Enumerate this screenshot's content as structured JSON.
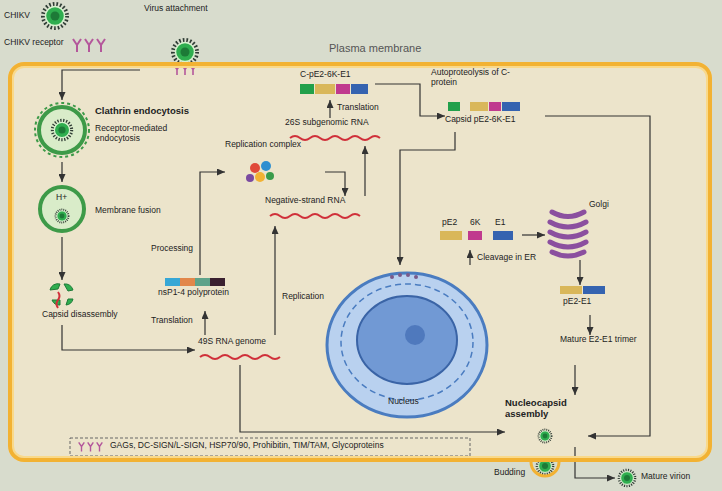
{
  "diagram": {
    "nodes": [
      {
        "text": [
          "Virus attachment"
        ]
      },
      {
        "text": [
          "Plasma membrane"
        ]
      },
      {
        "text": [
          "Clathrin endocytosis",
          "Receptor-mediated endocytosis"
        ],
        "in": 1
      },
      {
        "text": [
          "H+",
          "Membrane fusion"
        ],
        "in": 1
      },
      {
        "text": [
          "Capsid disassembly"
        ],
        "in": 1
      },
      {
        "text": [
          "49S RNA genome"
        ],
        "in": 1
      },
      {
        "text": [
          "nsP1-4 polyprotein"
        ],
        "in": 1
      },
      {
        "text": [
          "Replication complex"
        ],
        "in": 1
      },
      {
        "text": [
          "Negative-strand RNA"
        ],
        "in": 1
      },
      {
        "text": [
          "26S subgenomic RNA"
        ],
        "in": 1
      },
      {
        "text": [
          "C-pE2-6K-E1"
        ],
        "in": 1
      },
      {
        "text": [
          "Capsid pE2-6K-E1"
        ],
        "in": 1
      },
      {
        "text": [
          "pE2",
          "6K",
          "E1"
        ],
        "in": 1
      },
      {
        "text": [
          "Golgi"
        ],
        "in": 1
      },
      {
        "text": [
          "pE2-E1"
        ],
        "in": 1
      },
      {
        "text": [
          "Mature E2-E1 trimer"
        ],
        "in": 1
      },
      {
        "text": [
          "Nucleus"
        ],
        "in": 1
      },
      {
        "text": [
          "Nucleocapsid assembly"
        ],
        "in": 1
      },
      {
        "text": [
          "Mature virion"
        ]
      }
    ],
    "edges": [
      {
        "from": 0,
        "to": 2,
        "arrow": "to"
      },
      {
        "from": 2,
        "to": 3,
        "arrow": "to"
      },
      {
        "from": 3,
        "to": 4,
        "arrow": "to"
      },
      {
        "from": 4,
        "to": 5,
        "arrow": "to"
      },
      {
        "from": 5,
        "to": 6,
        "label": "Translation",
        "arrow": "to"
      },
      {
        "from": 6,
        "to": 7,
        "label": "Processing",
        "arrow": "to"
      },
      {
        "from": 5,
        "to": 8,
        "label": "Replication",
        "arrow": "to"
      },
      {
        "from": 7,
        "to": 8,
        "arrow": "to"
      },
      {
        "from": 8,
        "to": 9,
        "arrow": "to"
      },
      {
        "from": 9,
        "to": 10,
        "label": "Translation",
        "arrow": "to"
      },
      {
        "from": 10,
        "to": 11,
        "label": "Autoproteolysis of C-protein",
        "arrow": "to"
      },
      {
        "from": 11,
        "to": 16,
        "arrow": "to"
      },
      {
        "from": 16,
        "to": 12,
        "label": "Cleavage in ER",
        "arrow": "to"
      },
      {
        "from": 12,
        "to": 13,
        "arrow": "to"
      },
      {
        "from": 13,
        "to": 14,
        "arrow": "to"
      },
      {
        "from": 14,
        "to": 15,
        "arrow": "to"
      },
      {
        "from": 15,
        "to": 17,
        "arrow": "to"
      },
      {
        "from": 11,
        "to": 17,
        "arrow": "to"
      },
      {
        "from": 5,
        "to": 17,
        "arrow": "to"
      },
      {
        "from": 17,
        "to": 18,
        "arrow": "to"
      }
    ],
    "labels": [
      "CHIKV",
      "CHIKV receptor",
      "Budding"
    ],
    "legend": [
      {
        "text": "GAGs, DC-SIGN/L-SIGN, HSP70/90, Prohibitin, TIM/TAM, Glycoproteins"
      }
    ]
  }
}
